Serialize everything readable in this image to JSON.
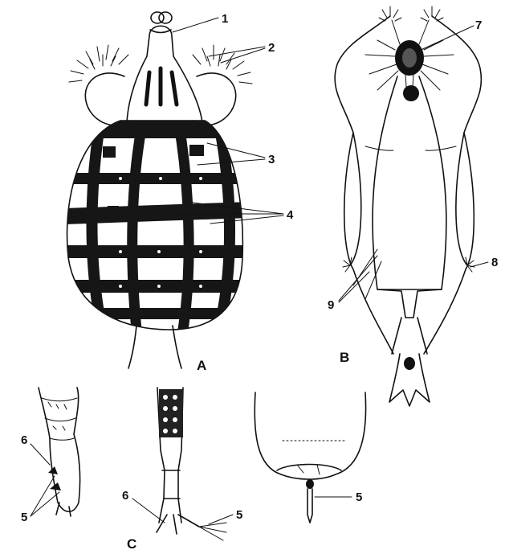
{
  "panels": {
    "a": "A",
    "b": "B",
    "c": "C"
  },
  "callouts": {
    "n1": "1",
    "n2": "2",
    "n3": "3",
    "n4": "4",
    "n5a": "5",
    "n5b": "5",
    "n5c": "5",
    "n6a": "6",
    "n6b": "6",
    "n7": "7",
    "n8": "8",
    "n9": "9"
  }
}
